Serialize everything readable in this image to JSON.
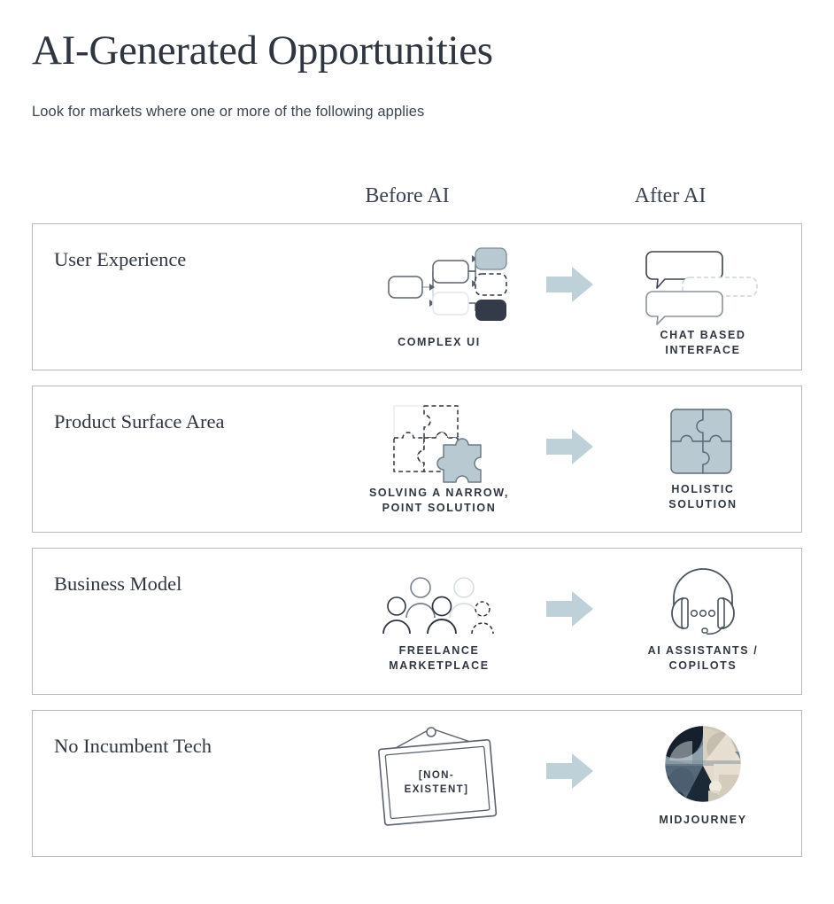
{
  "header": {
    "title": "AI-Generated Opportunities",
    "subtitle": "Look for markets where one or more of the following applies"
  },
  "columns": {
    "before_label": "Before AI",
    "after_label": "After AI"
  },
  "colors": {
    "ink": "#2f3640",
    "steel": "#b9c9d2",
    "arrow": "#bed0d8",
    "border": "#b9babd",
    "light_outline": "#e8edf1",
    "mid_outline": "#9aa3ad",
    "midjourney_dark": "#1d2733",
    "midjourney_blue": "#6d8294",
    "midjourney_tan": "#d9d2c4",
    "midjourney_cream": "#eae4d8"
  },
  "rows": [
    {
      "label": "User Experience",
      "before_icon": "complex-flowchart-icon",
      "before_caption": "COMPLEX UI",
      "arrow_icon": "right-arrow-icon",
      "after_icon": "chat-bubbles-icon",
      "after_caption": "CHAT BASED\nINTERFACE"
    },
    {
      "label": "Product Surface Area",
      "before_icon": "partial-puzzle-icon",
      "before_caption": "SOLVING A NARROW,\nPOINT SOLUTION",
      "arrow_icon": "right-arrow-icon",
      "after_icon": "complete-puzzle-icon",
      "after_caption": "HOLISTIC\nSOLUTION"
    },
    {
      "label": "Business Model",
      "before_icon": "people-group-icon",
      "before_caption": "FREELANCE\nMARKETPLACE",
      "arrow_icon": "right-arrow-icon",
      "after_icon": "headset-icon",
      "after_caption": "AI ASSISTANTS /\nCOPILOTS"
    },
    {
      "label": "No Incumbent Tech",
      "before_icon": "empty-picture-frame-icon",
      "before_frame_text": "[NON-\nEXISTENT]",
      "before_caption": "",
      "arrow_icon": "right-arrow-icon",
      "after_icon": "midjourney-logo-icon",
      "after_caption": "MIDJOURNEY"
    }
  ]
}
